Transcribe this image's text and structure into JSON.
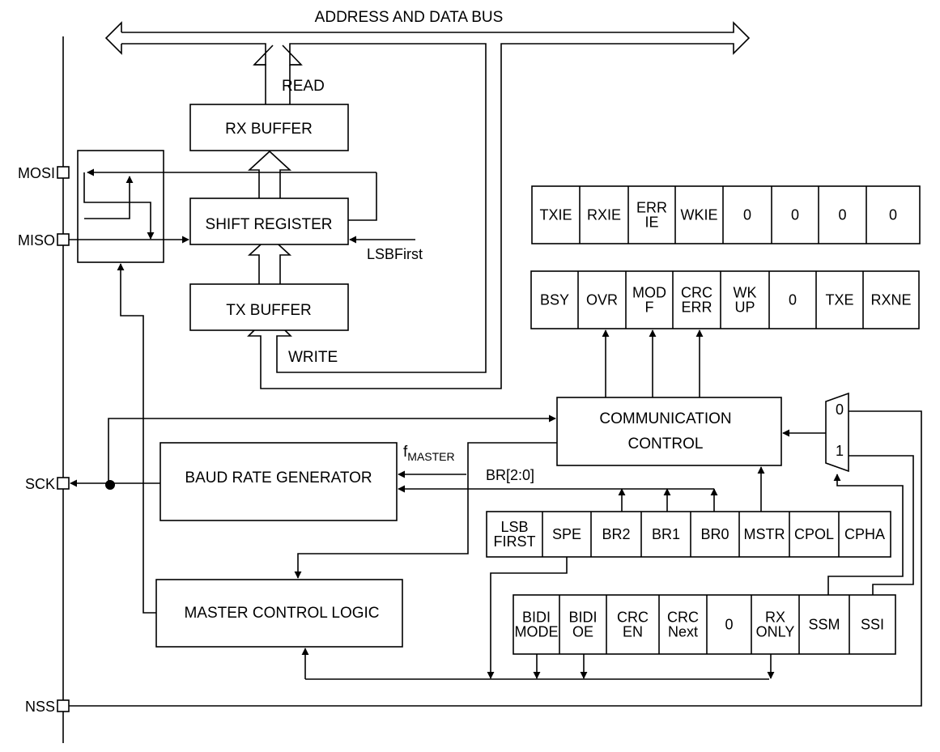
{
  "bus_label": "ADDRESS AND DATA BUS",
  "read_label": "READ",
  "write_label": "WRITE",
  "rx_buffer": "RX BUFFER",
  "shift_register": "SHIFT REGISTER",
  "tx_buffer": "TX BUFFER",
  "lsbfirst_label": "LSBFirst",
  "baud_rate_generator": "BAUD RATE GENERATOR",
  "master_control_logic": "MASTER CONTROL LOGIC",
  "communication_control": [
    "COMMUNICATION",
    "CONTROL"
  ],
  "f_master": {
    "base": "f",
    "sub": "MASTER"
  },
  "br_label": "BR[2:0]",
  "pins": {
    "mosi": "MOSI",
    "miso": "MISO",
    "sck": "SCK",
    "nss": "NSS"
  },
  "mux": {
    "in0": "0",
    "in1": "1"
  },
  "cr2_bits": [
    [
      "TXIE"
    ],
    [
      "RXIE"
    ],
    [
      "ERR",
      "IE"
    ],
    [
      "WKIE"
    ],
    [
      "0"
    ],
    [
      "0"
    ],
    [
      "0"
    ],
    [
      "0"
    ]
  ],
  "sr_bits": [
    [
      "BSY"
    ],
    [
      "OVR"
    ],
    [
      "MOD",
      "F"
    ],
    [
      "CRC",
      "ERR"
    ],
    [
      "WK",
      "UP"
    ],
    [
      "0"
    ],
    [
      "TXE"
    ],
    [
      "RXNE"
    ]
  ],
  "cr1_bits": [
    [
      "LSB",
      "FIRST"
    ],
    [
      "SPE"
    ],
    [
      "BR2"
    ],
    [
      "BR1"
    ],
    [
      "BR0"
    ],
    [
      "MSTR"
    ],
    [
      "CPOL"
    ],
    [
      "CPHA"
    ]
  ],
  "cr1b_bits": [
    [
      "BIDI",
      "MODE"
    ],
    [
      "BIDI",
      "OE"
    ],
    [
      "CRC",
      "EN"
    ],
    [
      "CRC",
      "Next"
    ],
    [
      "0"
    ],
    [
      "RX",
      "ONLY"
    ],
    [
      "SSM"
    ],
    [
      "SSI"
    ]
  ]
}
